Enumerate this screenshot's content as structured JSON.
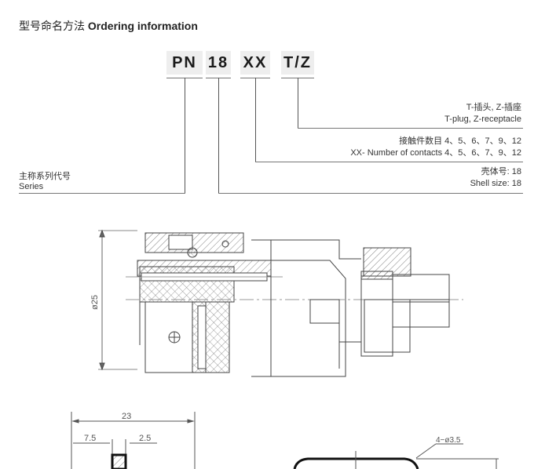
{
  "header": {
    "title_cn": "型号命名方法",
    "title_en": "Ordering information"
  },
  "code": {
    "segments": [
      {
        "label": "PN"
      },
      {
        "label": "18"
      },
      {
        "label": "XX"
      },
      {
        "label": "T/Z"
      }
    ]
  },
  "descriptions": {
    "plug_type": {
      "cn": "T-插头, Z-插座",
      "en": "T-plug, Z-receptacle"
    },
    "contacts": {
      "cn": "接触件数目 4、5、6、7、9、12",
      "en": "XX- Number of contacts  4、5、6、7、9、12"
    },
    "shell": {
      "cn": "壳体号: 18",
      "en": "Shell size: 18"
    },
    "series": {
      "cn": "主称系列代号",
      "en": "Series"
    }
  },
  "drawing": {
    "diameter_label": "ø25",
    "length_total": "23",
    "length_a": "7.5",
    "length_b": "2.5",
    "hole_label": "4−ø3.5"
  }
}
